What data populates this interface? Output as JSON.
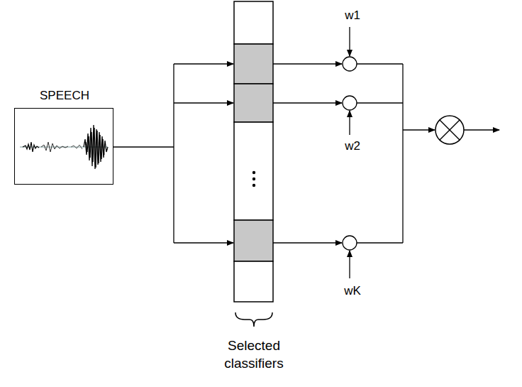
{
  "diagram": {
    "nodes": [
      {
        "text": [
          "SPEECH"
        ]
      }
    ],
    "labels": [
      "w1",
      "w2",
      "wK",
      "Selected classifiers"
    ]
  }
}
